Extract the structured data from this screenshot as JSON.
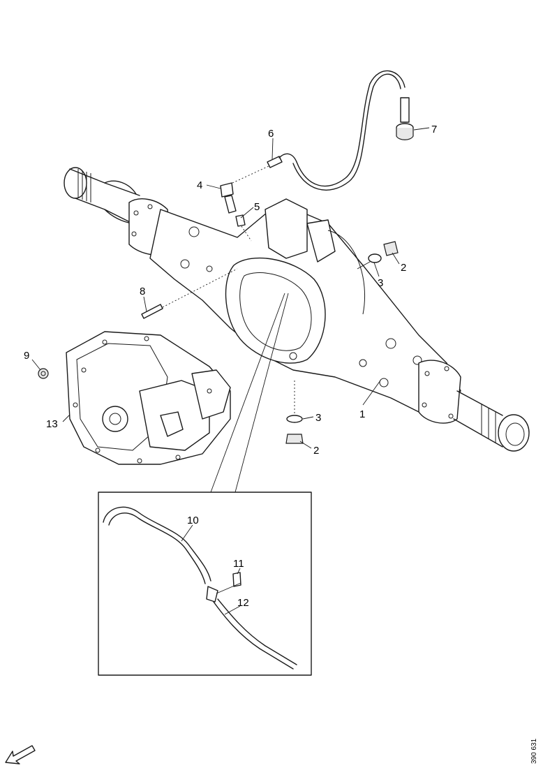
{
  "callouts": {
    "c1": "1",
    "c2a": "2",
    "c2b": "2",
    "c3a": "3",
    "c3b": "3",
    "c4": "4",
    "c5": "5",
    "c6": "6",
    "c7": "7",
    "c8": "8",
    "c9": "9",
    "c10": "10",
    "c11": "11",
    "c12": "12",
    "c13": "13"
  },
  "figure_ref": "390 631"
}
